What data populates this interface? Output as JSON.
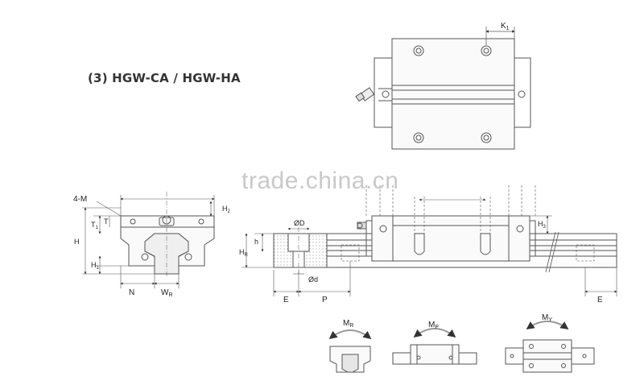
{
  "title": "(3) HGW-CA / HGW-HA",
  "watermark": "trade.china.cn",
  "labels": {
    "k1": "K",
    "k1_sub": "1",
    "four_m": "4-M",
    "t1": "T",
    "t1_sub": "1",
    "t": "T",
    "h": "H",
    "h1": "H",
    "h1_sub": "1",
    "h2": "H",
    "h2_sub": "2",
    "n": "N",
    "wr": "W",
    "wr_sub": "R",
    "od": "ØD",
    "od_small": "Ød",
    "h_small": "h",
    "hr": "H",
    "hr_sub": "R",
    "e_left": "E",
    "p": "P",
    "h3": "H",
    "h3_sub": "3",
    "e_right": "E",
    "mr": "M",
    "mr_sub": "R",
    "mp": "M",
    "mp_sub": "P",
    "my": "M",
    "my_sub": "Y"
  }
}
